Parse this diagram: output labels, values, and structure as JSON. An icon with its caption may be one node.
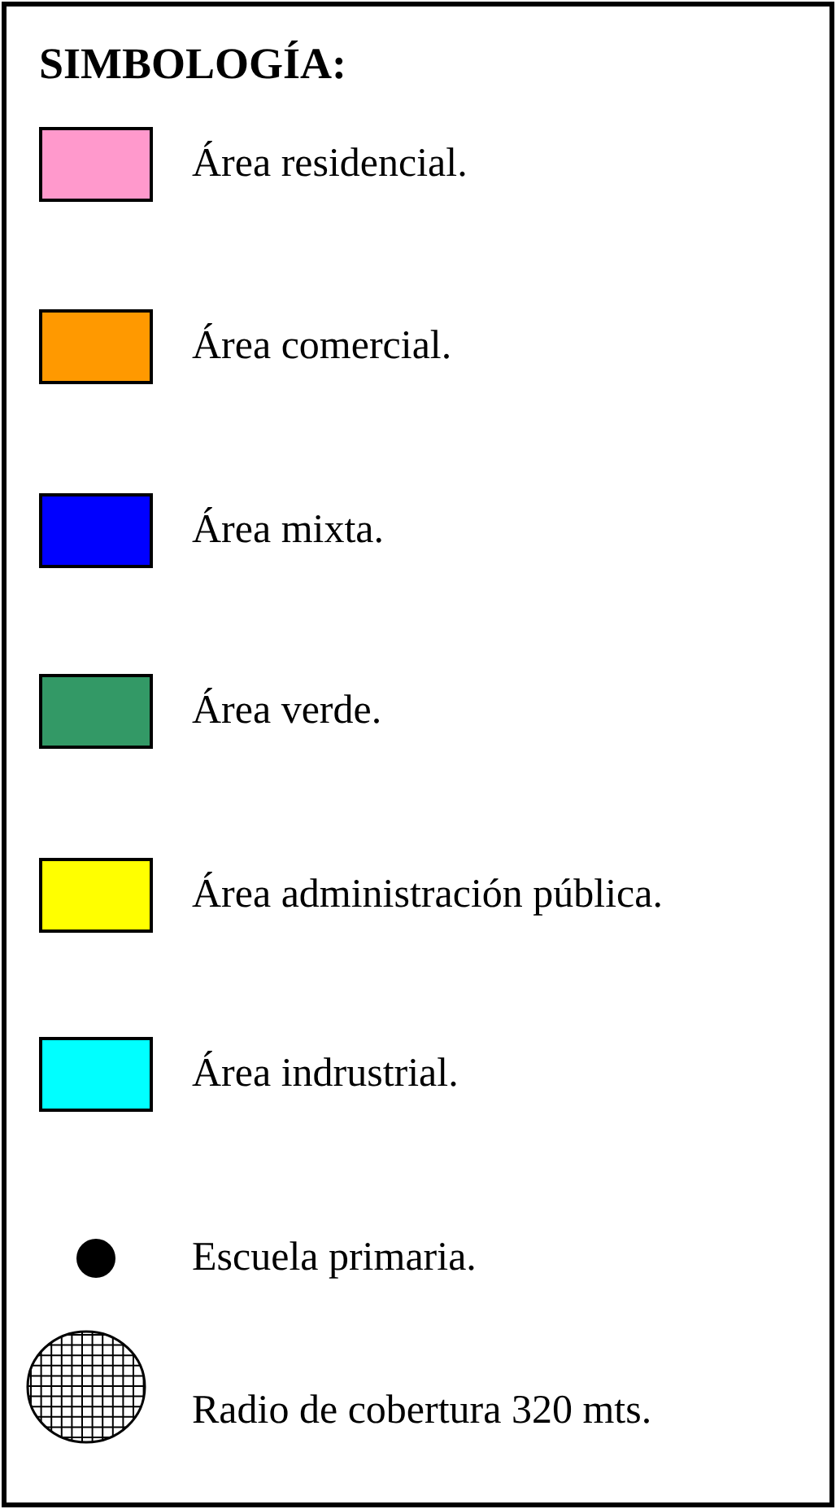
{
  "diagram": {
    "title": "SIMBOLOGÍA:",
    "legend": [
      {
        "text": "Área residencial.",
        "color": "#ff99cc"
      },
      {
        "text": "Área comercial.",
        "color": "#ff9900"
      },
      {
        "text": "Área mixta.",
        "color": "#0000ff"
      },
      {
        "text": "Área verde.",
        "color": "#339966"
      },
      {
        "text": "Área administración pública.",
        "color": "#ffff00"
      },
      {
        "text": "Área indrustrial.",
        "color": "#00ffff"
      },
      {
        "text": "Escuela primaria."
      },
      {
        "text": "Radio de cobertura 320 mts."
      }
    ]
  }
}
